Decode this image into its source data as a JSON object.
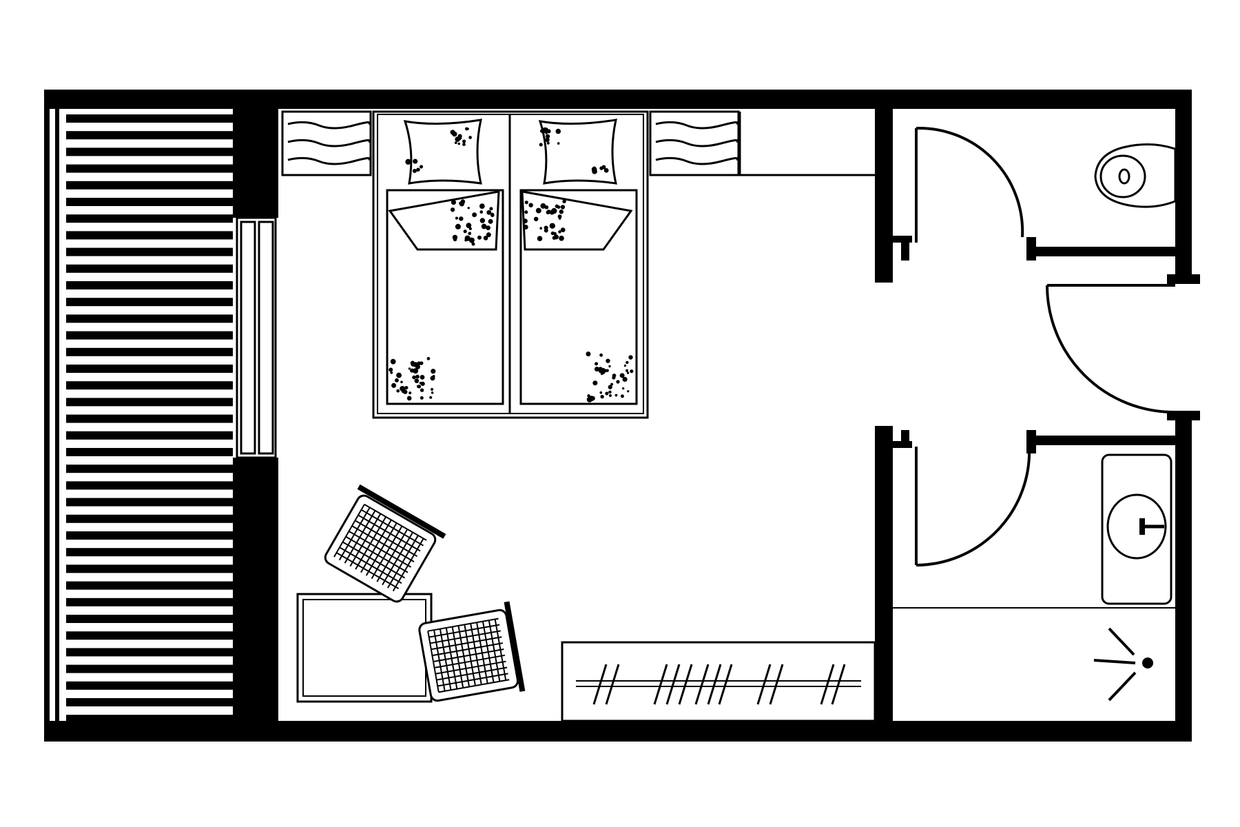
{
  "colors": {
    "ink": "#000000",
    "paper": "#ffffff"
  },
  "plan": {
    "rooms": [
      "bedroom",
      "wc",
      "bathroom",
      "balcony"
    ],
    "furniture": [
      "double-bed",
      "nightstand",
      "nightstand",
      "desk",
      "chair",
      "chair",
      "wardrobe",
      "toilet",
      "washbasin",
      "shower"
    ]
  }
}
